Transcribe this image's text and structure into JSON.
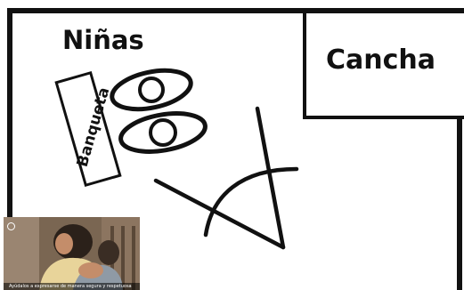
{
  "labels": {
    "ninas": "Niñas",
    "cancha": "Cancha",
    "banqueta": "Banqueta"
  },
  "video_overlay": {
    "logo_text": "",
    "caption": "Ayúdalos a expresarse de manera segura y respetuosa"
  },
  "colors": {
    "ink": "#111111",
    "background": "#ffffff"
  }
}
